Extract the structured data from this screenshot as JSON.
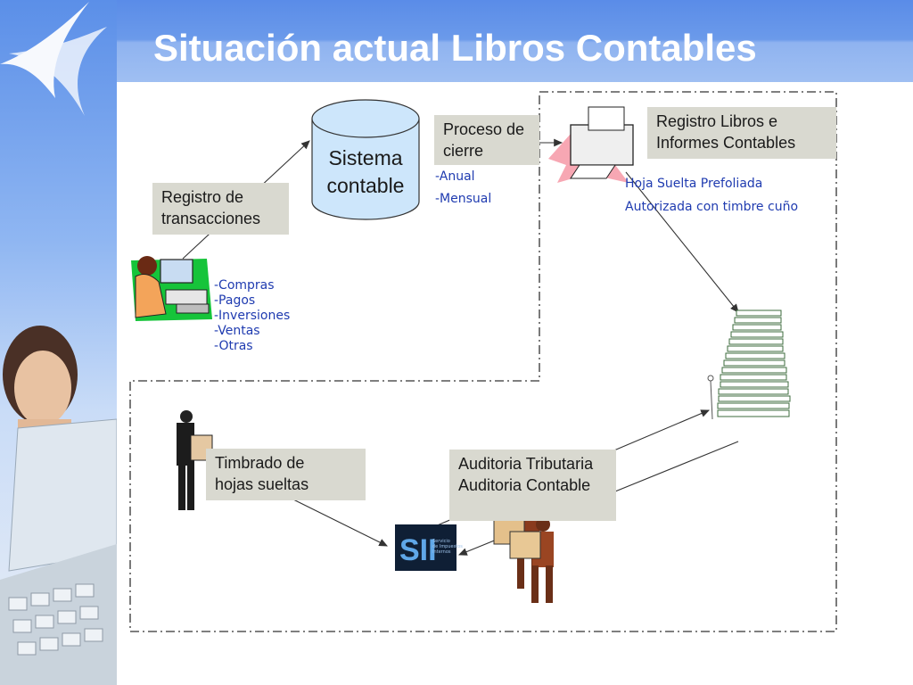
{
  "slide": {
    "title": "Situación actual Libros Contables"
  },
  "diagram": {
    "sistema": [
      "Sistema",
      "contable"
    ],
    "registro_transacciones": [
      "Registro de",
      "transacciones"
    ],
    "proceso_cierre": [
      "Proceso de",
      "cierre"
    ],
    "registro_libros": [
      "Registro Libros e",
      "Informes Contables"
    ],
    "periodos": [
      "-Anual",
      "-Mensual"
    ],
    "hoja_suelta": [
      "Hoja Suelta Prefoliada",
      "Autorizada con timbre cuño"
    ],
    "transacciones": [
      "-Compras",
      "-Pagos",
      "-Inversiones",
      "-Ventas",
      "-Otras"
    ],
    "timbrado": [
      "Timbrado de",
      "hojas sueltas"
    ],
    "auditoria": [
      "Auditoria Tributaria",
      "Auditoria Contable"
    ],
    "sii_logo_caption": [
      "Servicio",
      "de Impuestos",
      "Internos"
    ]
  },
  "colors": {
    "header": "#5a8ce8",
    "box_fill": "#d9d9d0",
    "cylinder": "#cde6fb",
    "link_text": "#1f3bb0"
  }
}
